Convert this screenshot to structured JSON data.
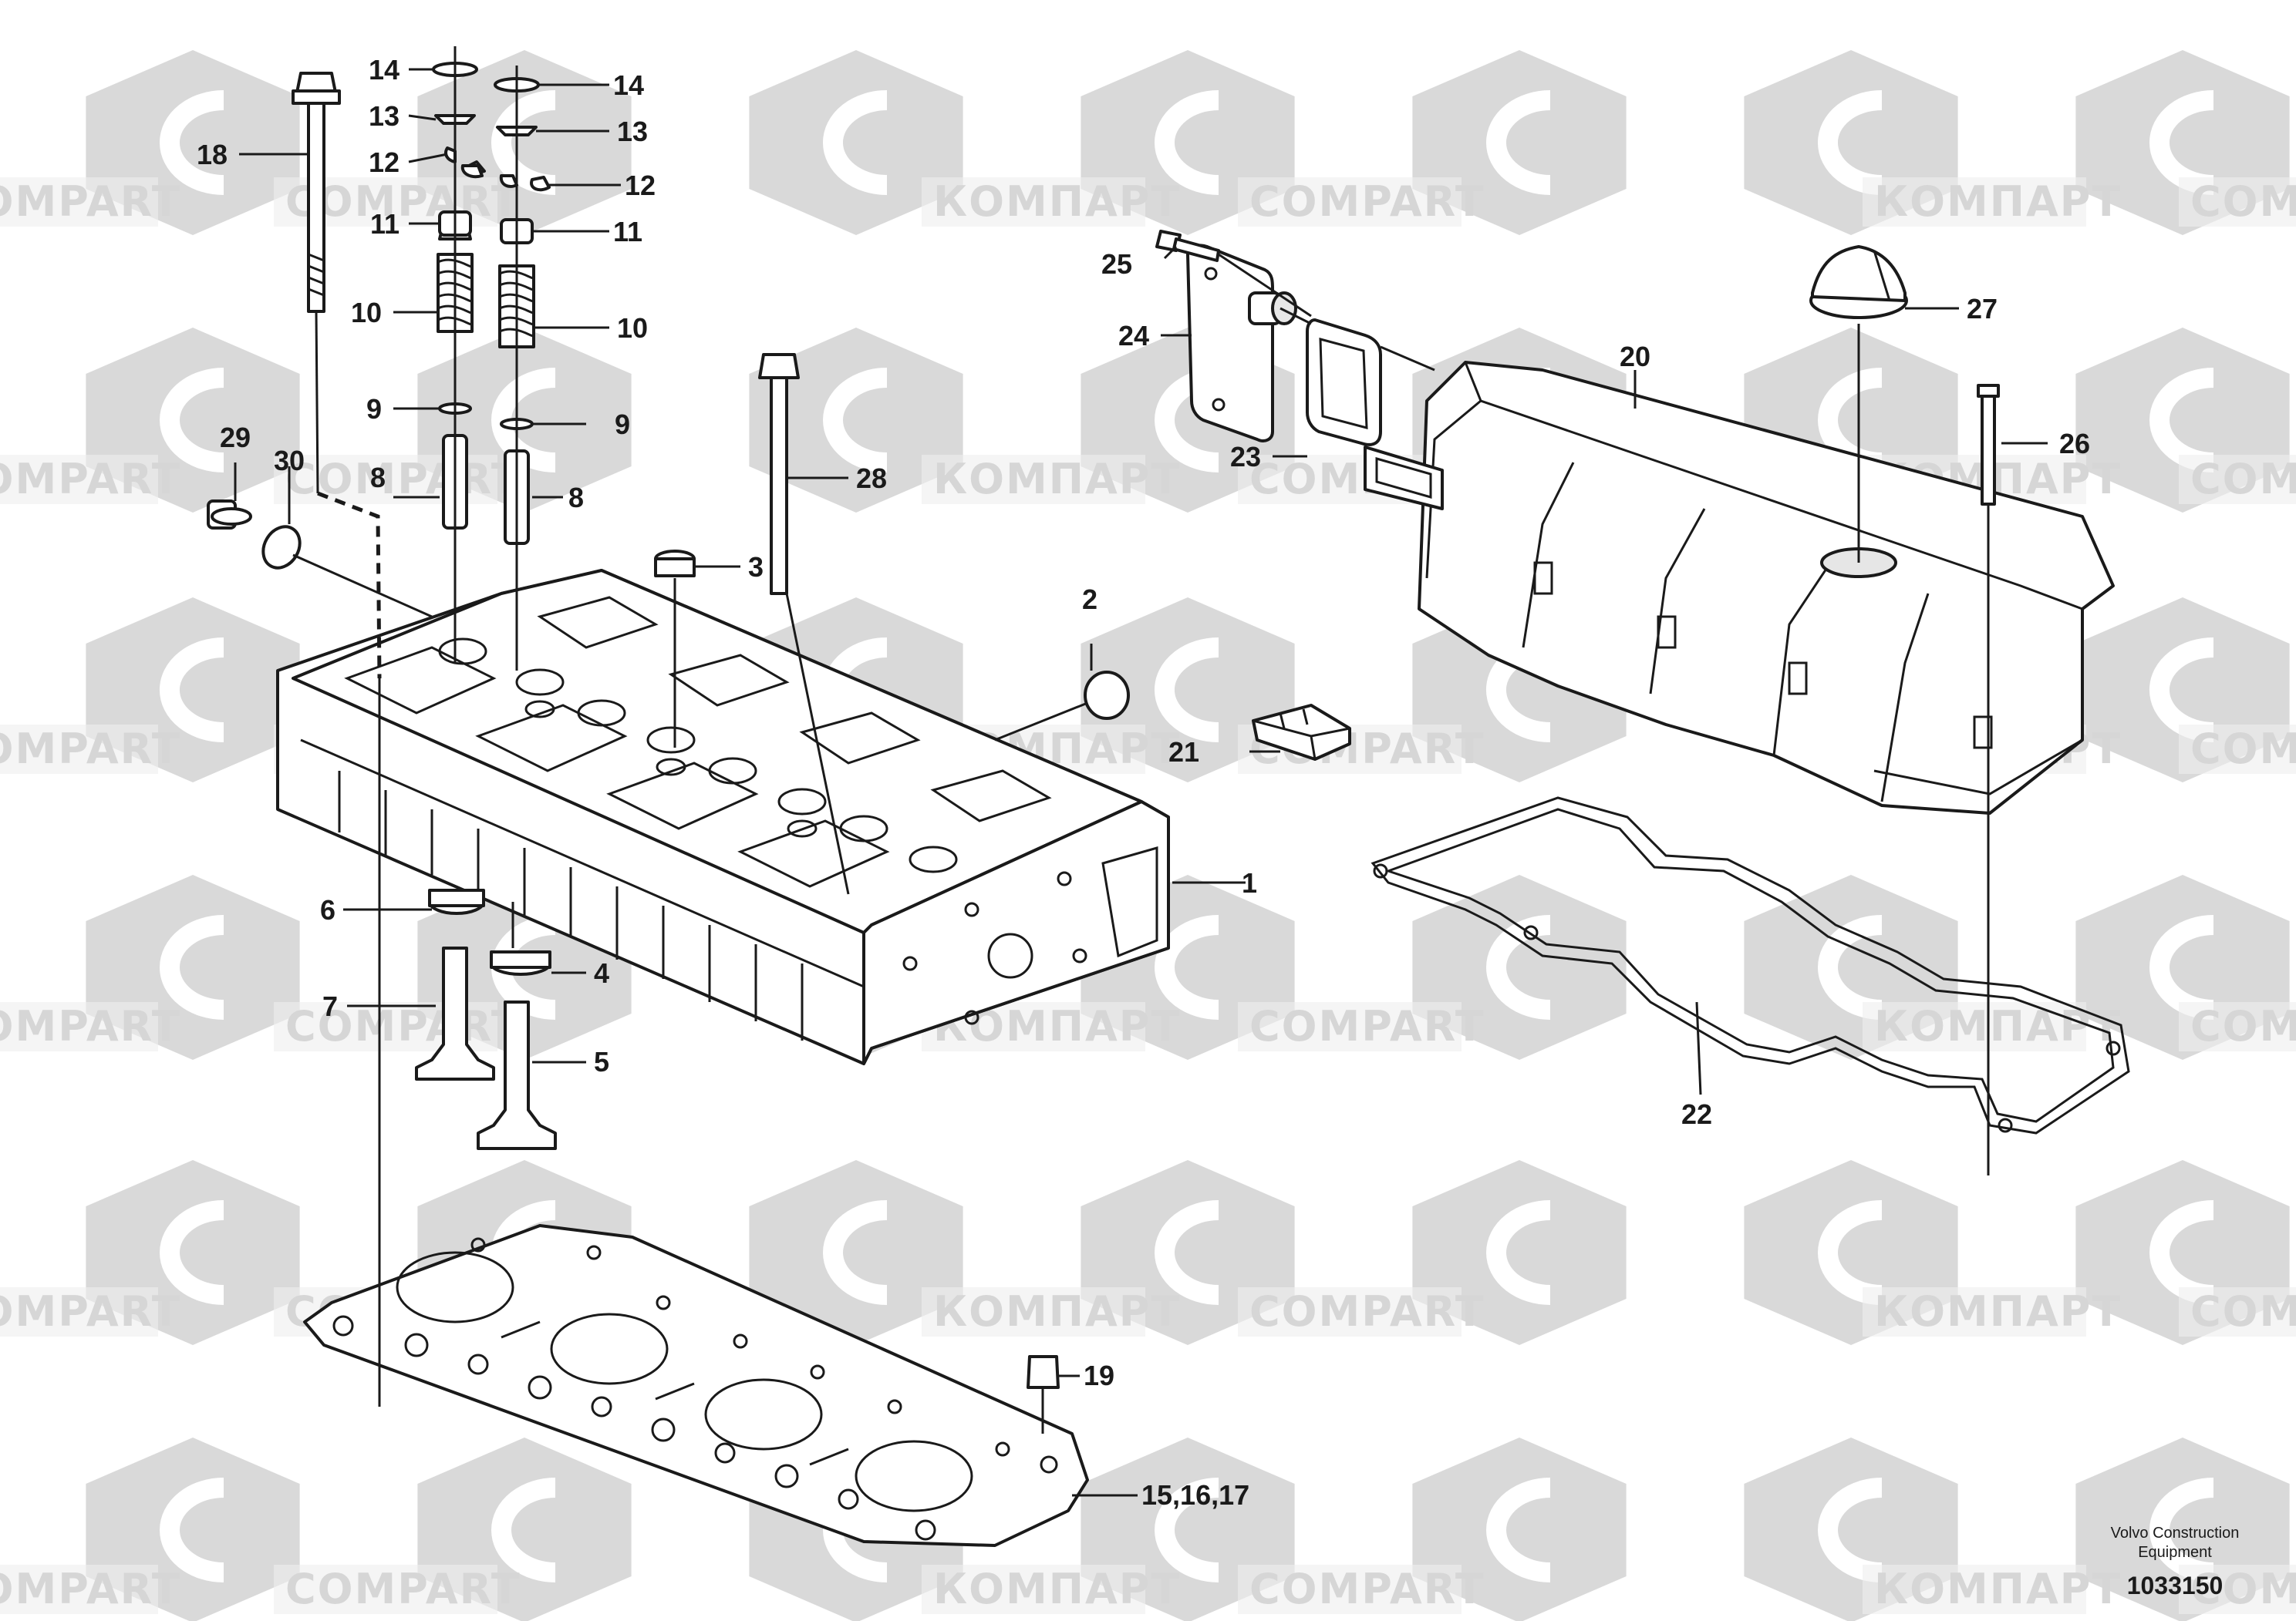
{
  "watermark": {
    "latin": "COMPART",
    "cyrillic": "КОМПАРТ",
    "color": "#d6d6d6"
  },
  "callouts": {
    "c1": "1",
    "c2": "2",
    "c3": "3",
    "c4": "4",
    "c5": "5",
    "c6": "6",
    "c7": "7",
    "c8a": "8",
    "c8b": "8",
    "c9a": "9",
    "c9b": "9",
    "c10a": "10",
    "c10b": "10",
    "c11a": "11",
    "c11b": "11",
    "c12a": "12",
    "c12b": "12",
    "c13a": "13",
    "c13b": "13",
    "c14a": "14",
    "c14b": "14",
    "c15": "15,16,17",
    "c18": "18",
    "c19": "19",
    "c20": "20",
    "c21": "21",
    "c22": "22",
    "c23": "23",
    "c24": "24",
    "c25": "25",
    "c26": "26",
    "c27": "27",
    "c28": "28",
    "c29": "29",
    "c30": "30"
  },
  "footer": {
    "brand_line1": "Volvo Construction",
    "brand_line2": "Equipment",
    "drawing_number": "1033150"
  }
}
